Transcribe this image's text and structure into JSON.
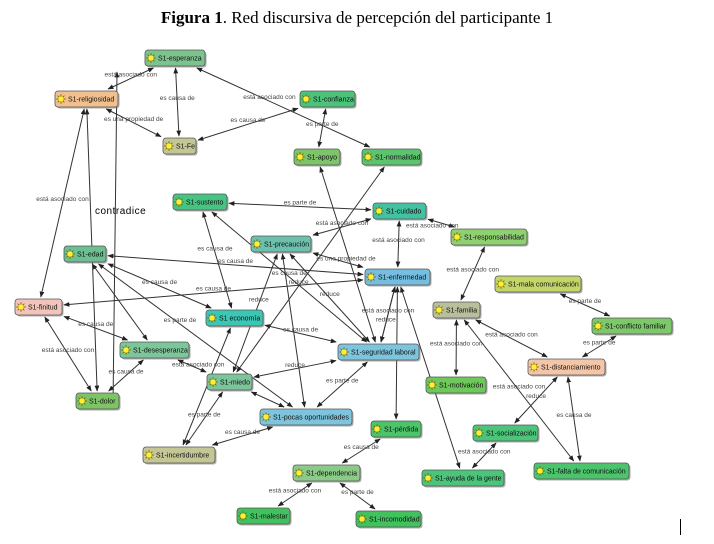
{
  "title": {
    "label": "Figura 1",
    "text": ". Red discursiva de percepción del participante 1"
  },
  "nodes": [
    {
      "id": "esperanza",
      "label": "S1-esperanza",
      "color": "#7cc48e"
    },
    {
      "id": "religiosidad",
      "label": "S1-religiosidad",
      "color": "#f2c08e"
    },
    {
      "id": "confianza",
      "label": "S1-confianza",
      "color": "#4cc27a"
    },
    {
      "id": "fe",
      "label": "S1-Fe",
      "color": "#c4c795"
    },
    {
      "id": "apoyo",
      "label": "S1-apoyo",
      "color": "#7dc46a"
    },
    {
      "id": "normalidad",
      "label": "S1-normalidad",
      "color": "#5cc36e"
    },
    {
      "id": "sustento",
      "label": "S1-sustento",
      "color": "#48c482"
    },
    {
      "id": "cuidado",
      "label": "S1-cuidado",
      "color": "#42c2a0"
    },
    {
      "id": "responsabilidad",
      "label": "S1-responsabilidad",
      "color": "#8fd070"
    },
    {
      "id": "precaucion",
      "label": "S1-precaución",
      "color": "#6cc0ad"
    },
    {
      "id": "edad",
      "label": "S1-edad",
      "color": "#6bbf90"
    },
    {
      "id": "enfermedad",
      "label": "S1-enfermedad",
      "color": "#76bde0"
    },
    {
      "id": "malacom",
      "label": "S1-mala comunicación",
      "color": "#c4d66a"
    },
    {
      "id": "finitud",
      "label": "S1-finitud",
      "color": "#f2c4bc"
    },
    {
      "id": "familia",
      "label": "S1-familia",
      "color": "#b8bf9a"
    },
    {
      "id": "economia",
      "label": "S1 economía",
      "color": "#3cc6b4"
    },
    {
      "id": "conflicto",
      "label": "S1-conflicto familiar",
      "color": "#7cc86a"
    },
    {
      "id": "desesperanza",
      "label": "S1-desesperanza",
      "color": "#7dc69a"
    },
    {
      "id": "seguridad",
      "label": "S1-seguridad laboral",
      "color": "#7ec4dc"
    },
    {
      "id": "distanciamiento",
      "label": "S1-distanciamiento",
      "color": "#f4c6a8"
    },
    {
      "id": "miedo",
      "label": "S1-miedo",
      "color": "#7cc49a"
    },
    {
      "id": "motivacion",
      "label": "S1-motivación",
      "color": "#6ec85a"
    },
    {
      "id": "dolor",
      "label": "S1-dolor",
      "color": "#7cc466"
    },
    {
      "id": "pocas",
      "label": "S1-pocas oportunidades",
      "color": "#7ec4dc"
    },
    {
      "id": "perdida",
      "label": "S1-pérdida",
      "color": "#4cc46a"
    },
    {
      "id": "socializacion",
      "label": "S1-socialización",
      "color": "#4cc47a"
    },
    {
      "id": "incertidumbre",
      "label": "S1-incertidumbre",
      "color": "#c4c795"
    },
    {
      "id": "dependencia",
      "label": "S1-dependencia",
      "color": "#8cca8a"
    },
    {
      "id": "ayuda",
      "label": "S1-ayuda de la gente",
      "color": "#4cc47a"
    },
    {
      "id": "falta",
      "label": "S1-falta de comunicación",
      "color": "#4cc46e"
    },
    {
      "id": "malestar",
      "label": "S1-malestar",
      "color": "#42c25e"
    },
    {
      "id": "incomodidad",
      "label": "S1-incomodidad",
      "color": "#42c25e"
    }
  ],
  "edges": [
    {
      "from": "religiosidad",
      "to": "esperanza",
      "label": "está asociado con"
    },
    {
      "from": "fe",
      "to": "esperanza",
      "label": "es causa de"
    },
    {
      "from": "religiosidad",
      "to": "fe",
      "label": "es una propiedad de"
    },
    {
      "from": "fe",
      "to": "confianza",
      "label": "es causa de"
    },
    {
      "from": "normalidad",
      "to": "esperanza",
      "label": "está asociado con"
    },
    {
      "from": "confianza",
      "to": "apoyo",
      "label": "es parte de"
    },
    {
      "from": "religiosidad",
      "to": "finitud",
      "label": "está asociado con"
    },
    {
      "from": "cuidado",
      "to": "sustento",
      "label": "es parte de"
    },
    {
      "from": "cuidado",
      "to": "precaucion",
      "label": "está asociado con"
    },
    {
      "from": "cuidado",
      "to": "enfermedad",
      "label": "está asociado con"
    },
    {
      "from": "cuidado",
      "to": "responsabilidad",
      "label": "está asociado con"
    },
    {
      "from": "responsabilidad",
      "to": "familia",
      "label": "está asociado con"
    },
    {
      "from": "malacom",
      "to": "conflicto",
      "label": "es parte de"
    },
    {
      "from": "conflicto",
      "to": "distanciamiento",
      "label": "es parte de"
    },
    {
      "from": "familia",
      "to": "distanciamiento",
      "label": "está asociado con"
    },
    {
      "from": "familia",
      "to": "motivacion",
      "label": "está asociado con"
    },
    {
      "from": "familia",
      "to": "falta",
      "label": "está asociado con"
    },
    {
      "from": "distanciamiento",
      "to": "socializacion",
      "label": "reduce"
    },
    {
      "from": "distanciamiento",
      "to": "falta",
      "label": "es causa de"
    },
    {
      "from": "socializacion",
      "to": "ayuda",
      "label": "está asociado con"
    },
    {
      "from": "enfermedad",
      "to": "ayuda",
      "label": ""
    },
    {
      "from": "enfermedad",
      "to": "perdida",
      "label": ""
    },
    {
      "from": "perdida",
      "to": "dependencia",
      "label": "es causa de"
    },
    {
      "from": "dependencia",
      "to": "malestar",
      "label": "está asociado con"
    },
    {
      "from": "dependencia",
      "to": "incomodidad",
      "label": "es parte de"
    },
    {
      "from": "seguridad",
      "to": "pocas",
      "label": "es parte de"
    },
    {
      "from": "seguridad",
      "to": "miedo",
      "label": "reduce"
    },
    {
      "from": "enfermedad",
      "to": "seguridad",
      "label": "está asociado con"
    },
    {
      "from": "economia",
      "to": "seguridad",
      "label": "es causa de"
    },
    {
      "from": "miedo",
      "to": "desesperanza",
      "label": "está asociado con"
    },
    {
      "from": "miedo",
      "to": "pocas",
      "label": ""
    },
    {
      "from": "pocas",
      "to": "incertidumbre",
      "label": "es causa de"
    },
    {
      "from": "miedo",
      "to": "incertidumbre",
      "label": "es parte de"
    },
    {
      "from": "economia",
      "to": "incertidumbre",
      "label": ""
    },
    {
      "from": "finitud",
      "to": "desesperanza",
      "label": "es causa de"
    },
    {
      "from": "finitud",
      "to": "dolor",
      "label": "está asociado con"
    },
    {
      "from": "desesperanza",
      "to": "dolor",
      "label": "es causa de"
    },
    {
      "from": "enfermedad",
      "to": "edad",
      "label": "es causa de"
    },
    {
      "from": "edad",
      "to": "desesperanza",
      "label": ""
    },
    {
      "from": "edad",
      "to": "pocas",
      "label": "es parte de"
    },
    {
      "from": "enfermedad",
      "to": "finitud",
      "label": "es causa de"
    },
    {
      "from": "miedo",
      "to": "precaucion",
      "label": "reduce"
    },
    {
      "from": "precaucion",
      "to": "enfermedad",
      "label": "es una propiedad de"
    },
    {
      "from": "sustento",
      "to": "economia",
      "label": "es causa de"
    },
    {
      "from": "sustento",
      "to": "seguridad",
      "label": "es causa de"
    },
    {
      "from": "normalidad",
      "to": "miedo",
      "label": "reduce"
    },
    {
      "from": "apoyo",
      "to": "seguridad",
      "label": ""
    },
    {
      "from": "precaucion",
      "to": "pocas",
      "label": ""
    },
    {
      "from": "precaucion",
      "to": "seguridad",
      "label": "reduce"
    },
    {
      "from": "seguridad",
      "to": "enfermedad",
      "label": "reduce"
    },
    {
      "from": "edad",
      "to": "economia",
      "label": "es causa de"
    },
    {
      "from": "religiosidad",
      "to": "dolor",
      "label": ""
    }
  ],
  "contradice": {
    "label": "contradice"
  }
}
